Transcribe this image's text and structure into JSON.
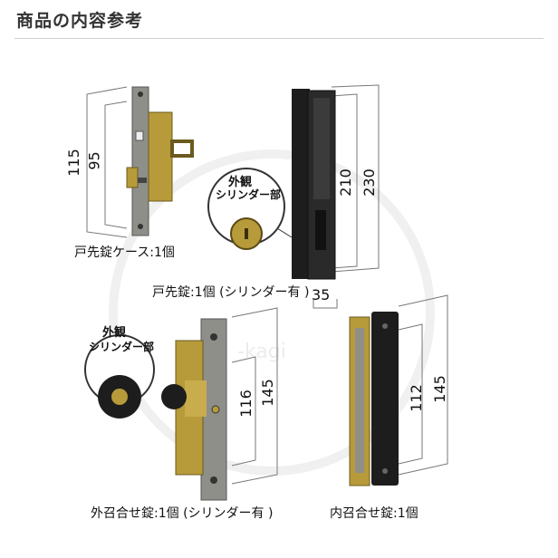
{
  "header": {
    "title": "商品の内容参考"
  },
  "watermark": {
    "text": "-kagi"
  },
  "colors": {
    "brass": "#b79a3a",
    "steel": "#8f8f8a",
    "black": "#1d1d1d",
    "rule": "#cfcfcf"
  },
  "items": [
    {
      "caption": "戸先錠ケース:1個",
      "dims": [
        "115",
        "95"
      ]
    },
    {
      "caption": "戸先錠:1個 (シリンダー有 )",
      "dims": [
        "210",
        "230"
      ],
      "width_dim": "35",
      "inset": {
        "line1": "外観",
        "line2": "シリンダー部"
      }
    },
    {
      "caption": "外召合せ錠:1個 (シリンダー有 )",
      "dims": [
        "116",
        "145"
      ],
      "inset": {
        "line1": "外観",
        "line2": "シリンダー部"
      }
    },
    {
      "caption": "内召合せ錠:1個",
      "dims": [
        "112",
        "145"
      ]
    }
  ]
}
